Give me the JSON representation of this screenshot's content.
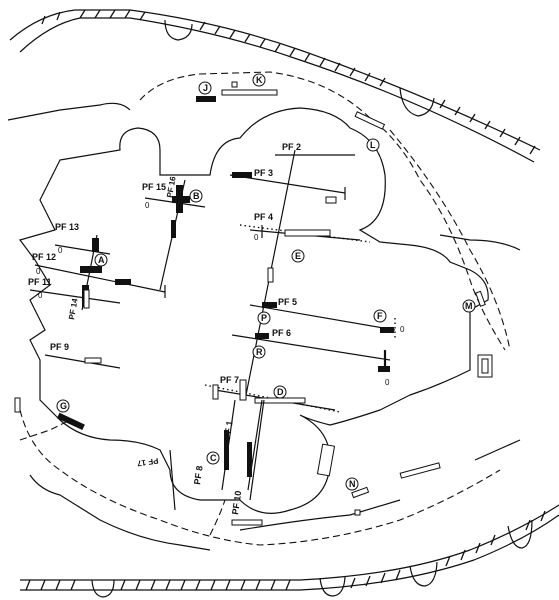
{
  "profiles": [
    {
      "id": "pf2",
      "label": "PF 2"
    },
    {
      "id": "pf3",
      "label": "PF 3"
    },
    {
      "id": "pf4",
      "label": "PF 4"
    },
    {
      "id": "pf5",
      "label": "PF 5"
    },
    {
      "id": "pf6",
      "label": "PF 6"
    },
    {
      "id": "pf7",
      "label": "PF 7"
    },
    {
      "id": "pf1",
      "label": "PF 1"
    },
    {
      "id": "pf8",
      "label": "PF 8"
    },
    {
      "id": "pf9",
      "label": "PF 9"
    },
    {
      "id": "pf10",
      "label": "PF 10"
    },
    {
      "id": "pf11",
      "label": "PF 11"
    },
    {
      "id": "pf12",
      "label": "PF 12"
    },
    {
      "id": "pf13",
      "label": "PF 13"
    },
    {
      "id": "pf14",
      "label": "PF 14"
    },
    {
      "id": "pf15",
      "label": "PF 15"
    },
    {
      "id": "pf16",
      "label": "PF 16"
    },
    {
      "id": "pf17",
      "label": "PF 17"
    }
  ],
  "markers": [
    {
      "id": "A",
      "label": "A"
    },
    {
      "id": "B",
      "label": "B"
    },
    {
      "id": "C",
      "label": "C"
    },
    {
      "id": "D",
      "label": "D"
    },
    {
      "id": "E",
      "label": "E"
    },
    {
      "id": "F",
      "label": "F"
    },
    {
      "id": "G",
      "label": "G"
    },
    {
      "id": "J",
      "label": "J"
    },
    {
      "id": "K",
      "label": "K"
    },
    {
      "id": "L",
      "label": "L"
    },
    {
      "id": "M",
      "label": "M"
    },
    {
      "id": "N",
      "label": "N"
    },
    {
      "id": "P",
      "label": "P"
    },
    {
      "id": "R",
      "label": "R"
    }
  ],
  "zero_label": "0"
}
